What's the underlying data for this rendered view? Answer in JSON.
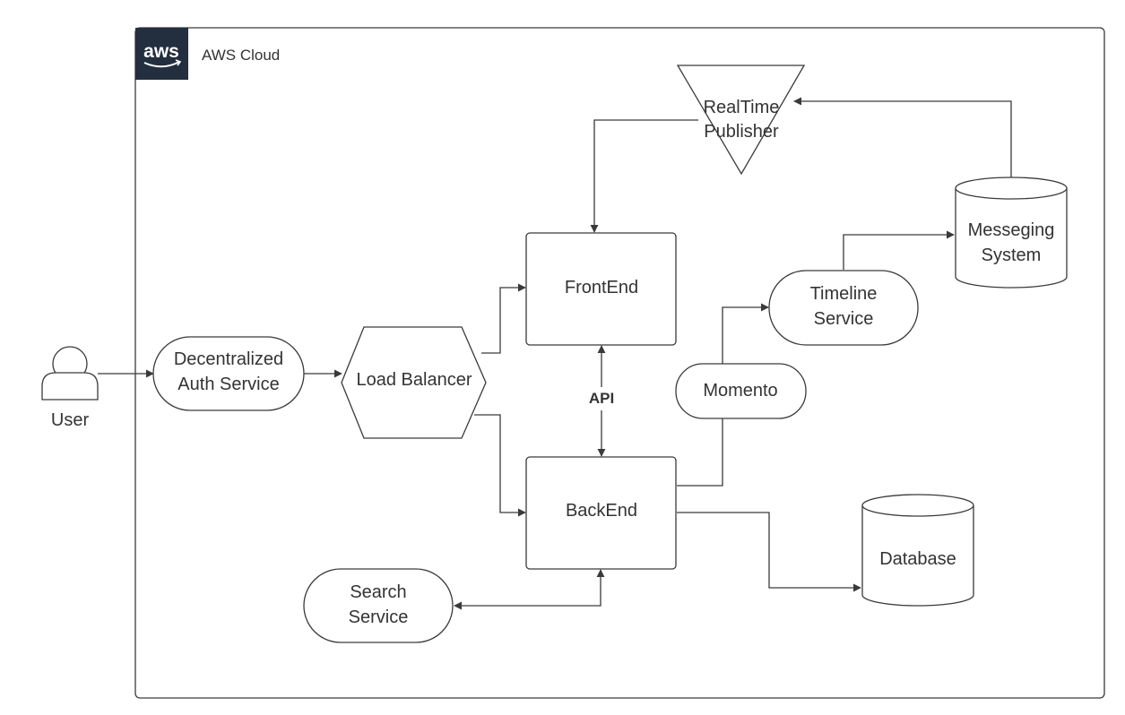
{
  "cloud": {
    "label": "AWS Cloud",
    "logo_text": "aws"
  },
  "user": {
    "label": "User"
  },
  "nodes": {
    "auth": {
      "line1": "Decentralized",
      "line2": "Auth Service"
    },
    "load_balancer": {
      "label": "Load Balancer"
    },
    "frontend": {
      "label": "FrontEnd"
    },
    "backend": {
      "label": "BackEnd"
    },
    "realtime": {
      "line1": "RealTime",
      "line2": "Publisher"
    },
    "messaging": {
      "line1": "Messeging",
      "line2": "System"
    },
    "timeline": {
      "line1": "Timeline",
      "line2": "Service"
    },
    "momento": {
      "label": "Momento"
    },
    "database": {
      "label": "Database"
    },
    "search": {
      "line1": "Search",
      "line2": "Service"
    }
  },
  "edges": {
    "api_label": "API"
  },
  "colors": {
    "stroke": "#3a3a3a",
    "logo_bg": "#232f3e",
    "text": "#333333"
  }
}
